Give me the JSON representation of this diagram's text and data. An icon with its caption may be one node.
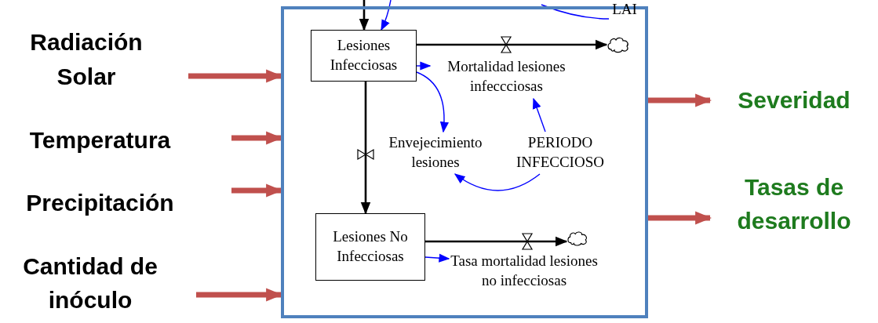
{
  "diagram": {
    "nodes": [
      {
        "text": [],
        "shape": "box"
      },
      {
        "text": [
          "Lesiones Infecciosas"
        ],
        "in": 0
      },
      {
        "text": [
          "Mortalidad lesiones infeccciosas"
        ],
        "in": 0
      },
      {
        "text": [],
        "shape": "cloud",
        "in": 0
      },
      {
        "text": [
          "Envejecimiento lesiones"
        ],
        "in": 0
      },
      {
        "text": [
          "PERIODO INFECCIOSO"
        ],
        "in": 0
      },
      {
        "text": [
          "Lesiones No Infecciosas"
        ],
        "in": 0
      },
      {
        "text": [
          "Tasa mortalidad lesiones no infecciosas"
        ],
        "in": 0
      },
      {
        "text": [],
        "shape": "cloud",
        "in": 0
      },
      {
        "text": [
          "LAI"
        ],
        "in": 0
      },
      {
        "text": [
          "Radiación Solar"
        ]
      },
      {
        "text": [
          "Temperatura"
        ]
      },
      {
        "text": [
          "Precipitación"
        ]
      },
      {
        "text": [
          "Cantidad de inóculo"
        ]
      },
      {
        "text": [
          "Severidad"
        ]
      },
      {
        "text": [
          "Tasas de desarrollo"
        ]
      }
    ],
    "edges": [
      {
        "from": 10,
        "to": 0,
        "arrow": "to",
        "style": "thick",
        "color": "#c0504d"
      },
      {
        "from": 11,
        "to": 0,
        "arrow": "to",
        "style": "thick",
        "color": "#c0504d"
      },
      {
        "from": 12,
        "to": 0,
        "arrow": "to",
        "style": "thick",
        "color": "#c0504d"
      },
      {
        "from": 13,
        "to": 0,
        "arrow": "to",
        "style": "thick",
        "color": "#c0504d"
      },
      {
        "from": 0,
        "to": 14,
        "arrow": "to",
        "style": "thick",
        "color": "#c0504d"
      },
      {
        "from": 0,
        "to": 15,
        "arrow": "to",
        "style": "thick",
        "color": "#c0504d"
      },
      {
        "from": null,
        "to": 1,
        "arrow": "to",
        "color": "#000000"
      },
      {
        "from": null,
        "to": 1,
        "arrow": "to"
      },
      {
        "from": null,
        "to": 9,
        "arrow": "none"
      },
      {
        "from": 1,
        "to": 3,
        "arrow": "to",
        "color": "#000000"
      },
      {
        "from": 1,
        "to": 2,
        "arrow": "to"
      },
      {
        "from": 1,
        "to": 4,
        "arrow": "to"
      },
      {
        "from": 5,
        "to": 2,
        "arrow": "to"
      },
      {
        "from": 5,
        "to": 4,
        "arrow": "to"
      },
      {
        "from": 1,
        "to": 6,
        "arrow": "to",
        "color": "#000000"
      },
      {
        "from": 6,
        "to": 8,
        "arrow": "to",
        "color": "#000000"
      },
      {
        "from": 6,
        "to": 7,
        "arrow": "to"
      }
    ]
  }
}
